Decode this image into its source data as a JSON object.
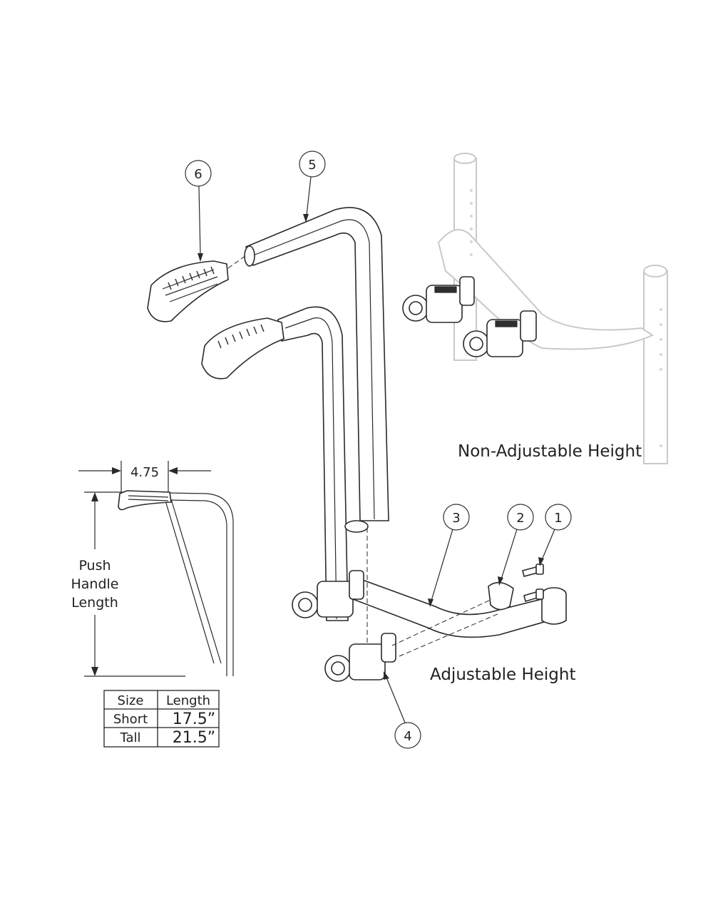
{
  "callouts": {
    "c1": "1",
    "c2": "2",
    "c3": "3",
    "c4": "4",
    "c5": "5",
    "c6": "6"
  },
  "labels": {
    "non_adjustable": "Non-Adjustable Height",
    "adjustable": "Adjustable Height",
    "dimension_value": "4.75",
    "push_handle_line1": "Push",
    "push_handle_line2": "Handle",
    "push_handle_line3": "Length"
  },
  "size_table": {
    "header_size": "Size",
    "header_length": "Length",
    "rows": [
      {
        "size": "Short",
        "length": "17.5”"
      },
      {
        "size": "Tall",
        "length": "21.5”"
      }
    ]
  }
}
